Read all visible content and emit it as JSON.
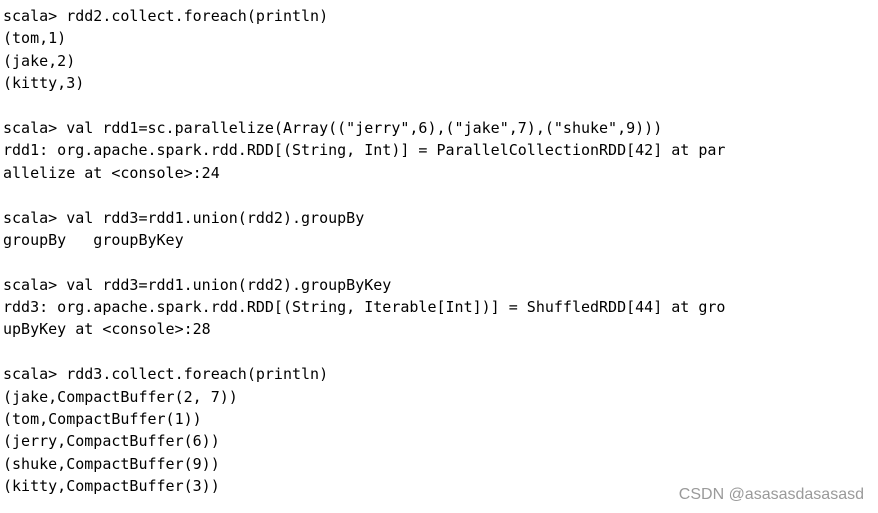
{
  "terminal": {
    "lines": [
      "scala> rdd2.collect.foreach(println)",
      "(tom,1)",
      "(jake,2)",
      "(kitty,3)",
      "",
      "scala> val rdd1=sc.parallelize(Array((\"jerry\",6),(\"jake\",7),(\"shuke\",9)))",
      "rdd1: org.apache.spark.rdd.RDD[(String, Int)] = ParallelCollectionRDD[42] at par",
      "allelize at <console>:24",
      "",
      "scala> val rdd3=rdd1.union(rdd2).groupBy",
      "groupBy   groupByKey",
      "",
      "scala> val rdd3=rdd1.union(rdd2).groupByKey",
      "rdd3: org.apache.spark.rdd.RDD[(String, Iterable[Int])] = ShuffledRDD[44] at gro",
      "upByKey at <console>:28",
      "",
      "scala> rdd3.collect.foreach(println)",
      "(jake,CompactBuffer(2, 7))",
      "(tom,CompactBuffer(1))",
      "(jerry,CompactBuffer(6))",
      "(shuke,CompactBuffer(9))",
      "(kitty,CompactBuffer(3))"
    ]
  },
  "watermark": {
    "text": "CSDN @asasasdasasasd"
  }
}
